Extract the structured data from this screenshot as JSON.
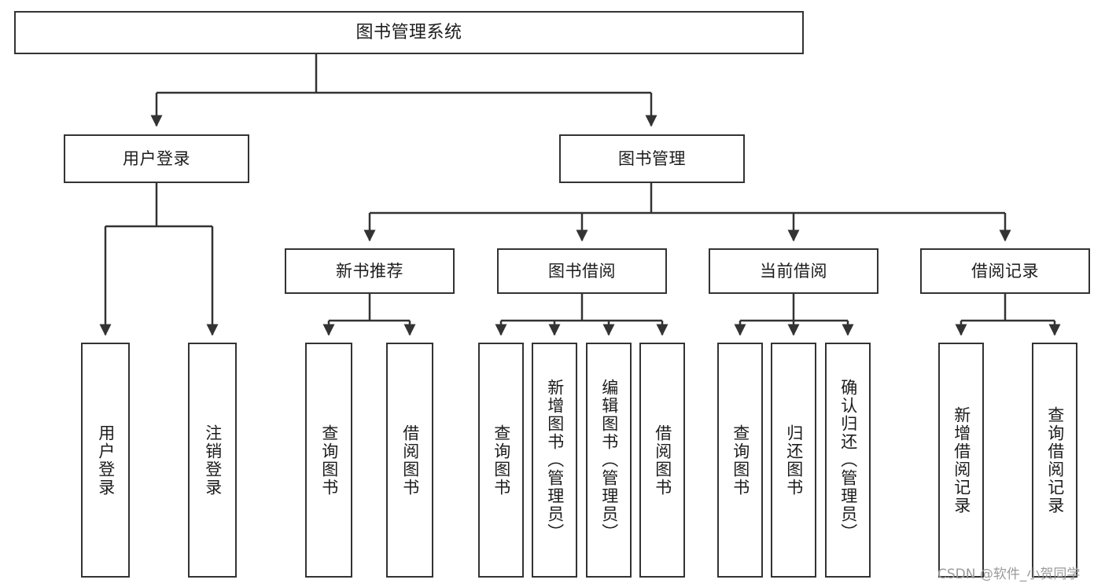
{
  "diagram": {
    "type": "tree",
    "title": "图书管理系统",
    "orientation": "top-down",
    "colors": {
      "box_border": "#333333",
      "box_fill": "#ffffff",
      "connector": "#333333",
      "text": "#1c1c1c",
      "watermark": "#9a9a9a",
      "background": "#ffffff"
    },
    "root": {
      "label": "图书管理系统"
    },
    "level2": [
      {
        "label": "用户登录"
      },
      {
        "label": "图书管理"
      }
    ],
    "level3": [
      {
        "label": "新书推荐"
      },
      {
        "label": "图书借阅"
      },
      {
        "label": "当前借阅"
      },
      {
        "label": "借阅记录"
      }
    ],
    "leaves": {
      "user_login": [
        {
          "label": "用户登录"
        },
        {
          "label": "注销登录"
        }
      ],
      "new_book_recommend": [
        {
          "label": "查询图书"
        },
        {
          "label": "借阅图书"
        }
      ],
      "book_borrow": [
        {
          "label": "查询图书"
        },
        {
          "label": "新增图书（管理员）"
        },
        {
          "label": "编辑图书（管理员）"
        },
        {
          "label": "借阅图书"
        }
      ],
      "current_borrow": [
        {
          "label": "查询图书"
        },
        {
          "label": "归还图书"
        },
        {
          "label": "确认归还（管理员）"
        }
      ],
      "borrow_records": [
        {
          "label": "新增借阅记录"
        },
        {
          "label": "查询借阅记录"
        }
      ]
    }
  },
  "watermark": {
    "text": "CSDN @软件_小贺同学"
  }
}
